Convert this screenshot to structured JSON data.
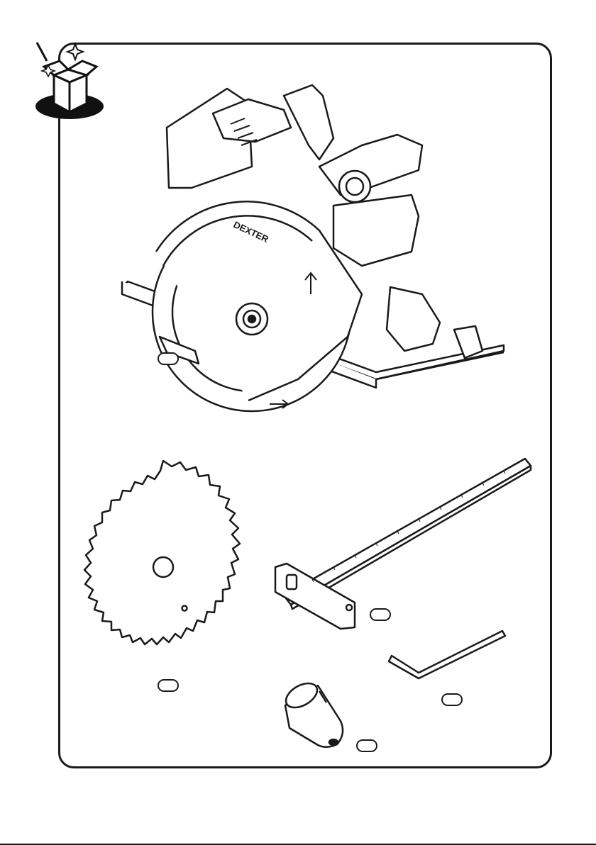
{
  "page": {
    "saw_brand": "DEXTER",
    "icon_name": "unboxing-box-icon"
  },
  "labels": [
    {
      "id": "saw",
      "text": ""
    },
    {
      "id": "blade",
      "text": ""
    },
    {
      "id": "guide",
      "text": ""
    },
    {
      "id": "hex_key",
      "text": ""
    },
    {
      "id": "adapter",
      "text": ""
    }
  ]
}
